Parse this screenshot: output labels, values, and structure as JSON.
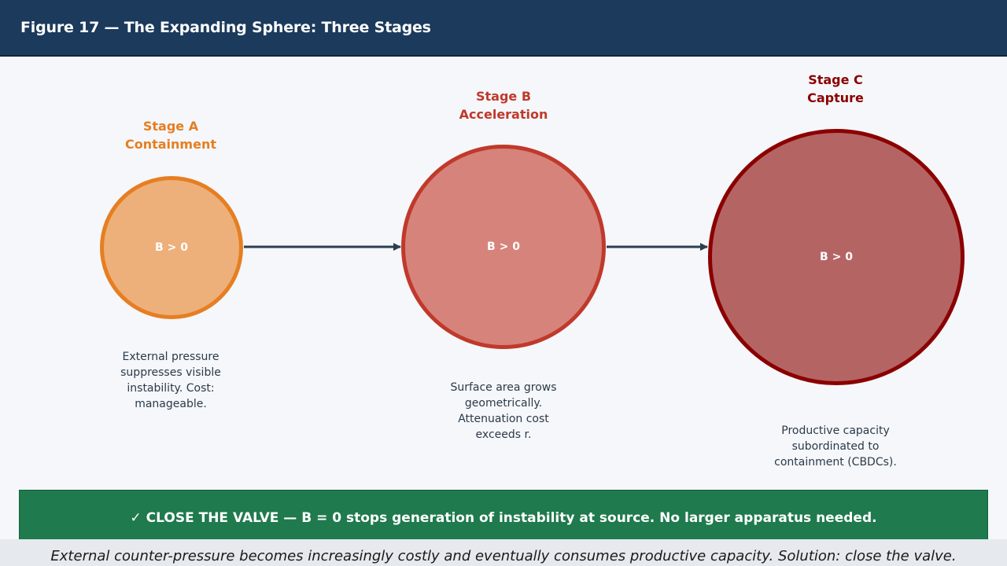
{
  "header": {
    "title": "Figure 17  — The Expanding Sphere: Three Stages"
  },
  "stages": [
    {
      "title_line1": "Stage A",
      "title_line2": "Containment",
      "circle_label": "B > 0",
      "description": [
        "External pressure",
        "suppresses visible",
        "instability. Cost:",
        "manageable."
      ],
      "color": "#e67e22",
      "fill": "#edb07a"
    },
    {
      "title_line1": "Stage B",
      "title_line2": "Acceleration",
      "circle_label": "B > 0",
      "description": [
        "Surface area grows",
        "geometrically.",
        "Attenuation cost",
        "exceeds r."
      ],
      "color": "#c0392b",
      "fill": "#d6837b"
    },
    {
      "title_line1": "Stage C",
      "title_line2": "Capture",
      "circle_label": "B > 0",
      "description": [
        "Productive capacity",
        "subordinated to",
        "containment (CBDCs)."
      ],
      "color": "#8b0000",
      "fill": "#b56464"
    }
  ],
  "banner": {
    "check": "✓",
    "text": "CLOSE THE VALVE — B = 0 stops generation of instability at source. No larger apparatus needed.",
    "color": "#1f7a4d"
  },
  "caption": "External counter-pressure becomes increasingly costly and eventually consumes productive capacity. Solution: close the valve.",
  "colors": {
    "header_bg": "#1b3a5c",
    "arrow": "#2c3e50"
  }
}
